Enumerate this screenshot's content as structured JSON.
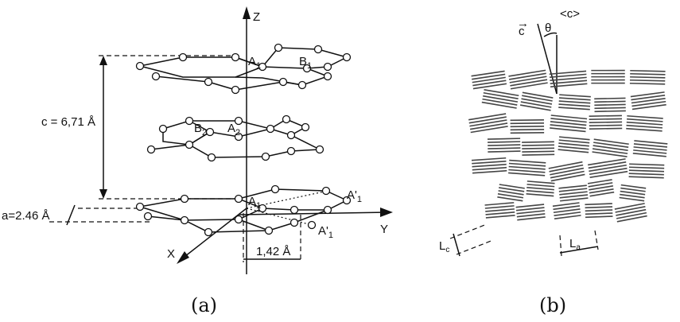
{
  "panel_a": {
    "axis_z": "Z",
    "axis_y": "Y",
    "axis_x": "X",
    "label_c": "c = 6,71 Å",
    "label_a": "a=2.46 Å",
    "label_bond": "1,42 Å",
    "atom_A1_top": "A",
    "atom_A1_top_sub": "1",
    "atom_B1": "B",
    "atom_B1_sub": "1",
    "atom_A2": "A",
    "atom_A2_sub": "2",
    "atom_B2": "B",
    "atom_B2_sub": "2",
    "atom_A1_bottom": "A",
    "atom_A1_bottom_sub": "1",
    "atom_A1p_right": "A'",
    "atom_A1p_right_sub": "1",
    "atom_A1p_lower": "A'",
    "atom_A1p_lower_sub": "1",
    "caption": "(a)"
  },
  "panel_b": {
    "c_vec": "c",
    "c_avg": "<c>",
    "theta": "θ",
    "Lc": "L",
    "Lc_sub": "c",
    "La": "L",
    "La_sub": "a",
    "caption": "(b)"
  }
}
